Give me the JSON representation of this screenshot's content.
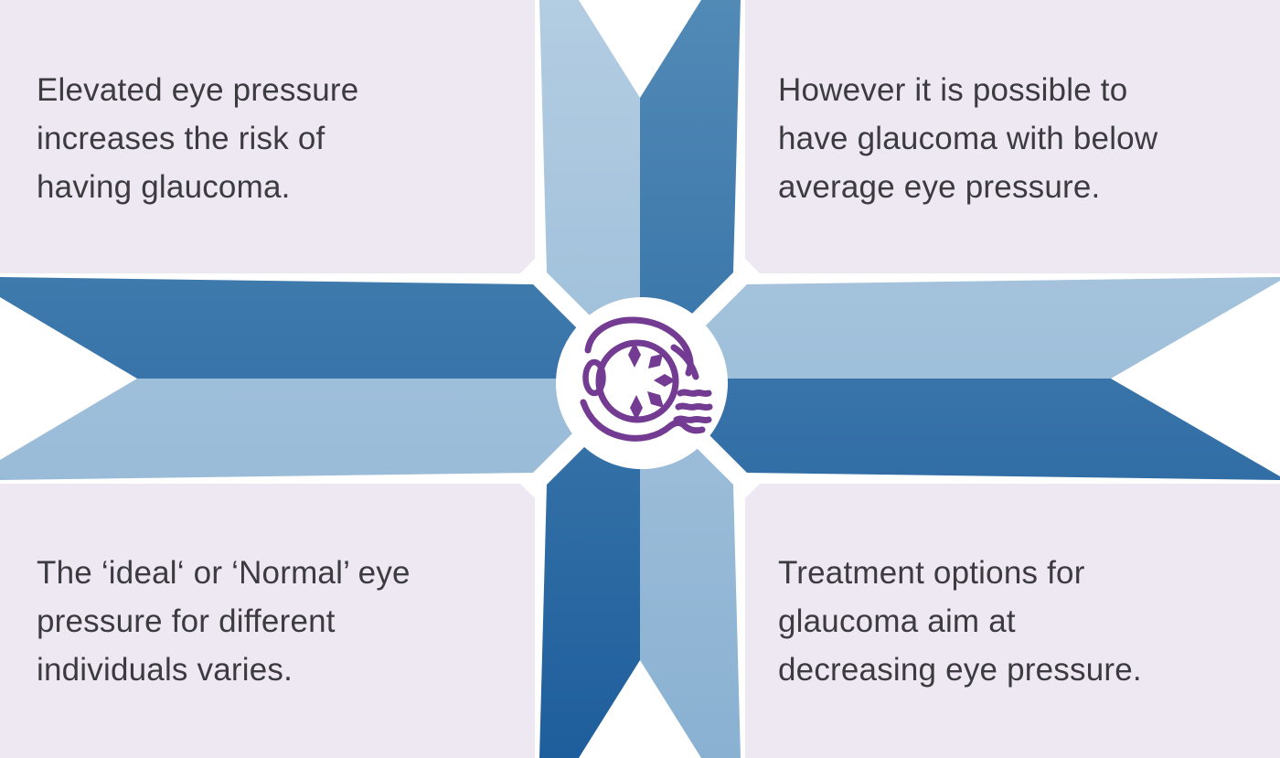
{
  "colors": {
    "background": "#FFFFFF",
    "quadrant_bg": "#EEE8F3",
    "text": "#3B3B40",
    "icon_purple": "#733C92",
    "arm_dark_top": "#528AB6",
    "arm_dark_bottom": "#1E5E9C",
    "arm_light_top": "#B3CDE2",
    "arm_light_bottom": "#8AB1D2",
    "center_circle": "#FFFFFF"
  },
  "center": {
    "icon": "eye-anatomy-icon"
  },
  "quadrants": {
    "top_left": {
      "text": "Elevated eye pressure increases the risk of having glaucoma.",
      "lines": [
        "Elevated eye pressure",
        "increases the risk of",
        "having glaucoma."
      ]
    },
    "top_right": {
      "text": "However it is possible to have glaucoma with below average eye pressure.",
      "lines": [
        "However it is possible to",
        "have glaucoma with below",
        "average eye pressure."
      ]
    },
    "bottom_left": {
      "text": "The ‘ideal‘ or ‘Normal’ eye pressure for different individuals varies.",
      "lines": [
        "The ‘ideal‘ or ‘Normal’ eye",
        "pressure for different",
        "individuals varies."
      ]
    },
    "bottom_right": {
      "text": "Treatment options for glaucoma aim at decreasing eye pressure.",
      "lines": [
        "Treatment options for",
        "glaucoma aim at",
        "decreasing eye pressure."
      ]
    }
  }
}
